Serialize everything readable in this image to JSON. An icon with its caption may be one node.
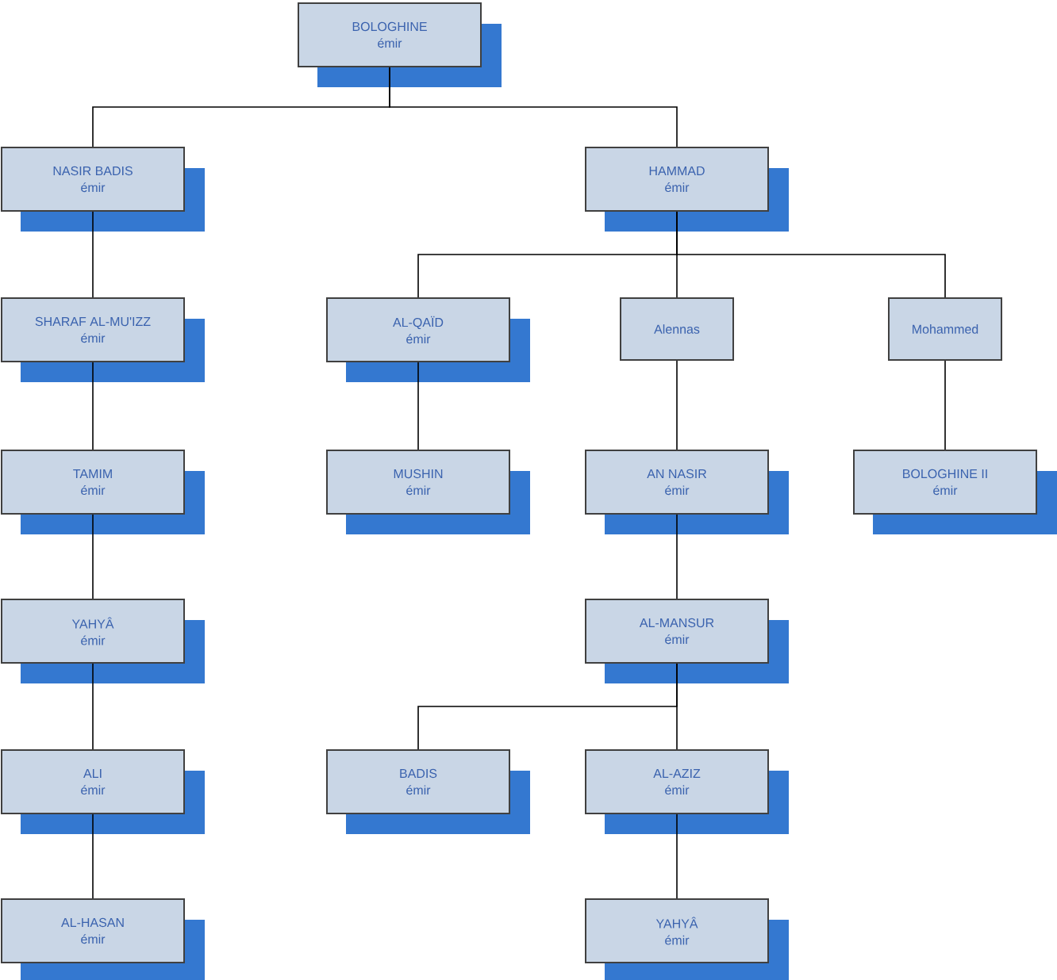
{
  "diagram": {
    "nodes": [
      {
        "text": [
          "BOLOGHINE",
          "émir"
        ]
      },
      {
        "text": [
          "NASIR BADIS",
          "émir"
        ]
      },
      {
        "text": [
          "HAMMAD",
          "émir"
        ]
      },
      {
        "text": [
          "SHARAF AL-MU'IZZ",
          "émir"
        ]
      },
      {
        "text": [
          "AL-QAÏD",
          "émir"
        ]
      },
      {
        "text": [
          "Alennas"
        ]
      },
      {
        "text": [
          "Mohammed"
        ]
      },
      {
        "text": [
          "TAMIM",
          "émir"
        ]
      },
      {
        "text": [
          "MUSHIN",
          "émir"
        ]
      },
      {
        "text": [
          "AN NASIR",
          "émir"
        ]
      },
      {
        "text": [
          "BOLOGHINE II",
          "émir"
        ]
      },
      {
        "text": [
          "YAHYÂ",
          "émir"
        ]
      },
      {
        "text": [
          "AL-MANSUR",
          "émir"
        ]
      },
      {
        "text": [
          "ALI",
          "émir"
        ]
      },
      {
        "text": [
          "BADIS",
          "émir"
        ]
      },
      {
        "text": [
          "AL-AZIZ",
          "émir"
        ]
      },
      {
        "text": [
          "AL-HASAN",
          "émir"
        ]
      },
      {
        "text": [
          "YAHYÂ",
          "émir"
        ]
      }
    ],
    "edges": [
      {
        "from": 0,
        "to": 1,
        "arrow": "none"
      },
      {
        "from": 0,
        "to": 2,
        "arrow": "none"
      },
      {
        "from": 1,
        "to": 3,
        "arrow": "none"
      },
      {
        "from": 2,
        "to": 4,
        "arrow": "none"
      },
      {
        "from": 2,
        "to": 5,
        "arrow": "none"
      },
      {
        "from": 2,
        "to": 6,
        "arrow": "none"
      },
      {
        "from": 3,
        "to": 7,
        "arrow": "none"
      },
      {
        "from": 4,
        "to": 8,
        "arrow": "none"
      },
      {
        "from": 5,
        "to": 9,
        "arrow": "none"
      },
      {
        "from": 6,
        "to": 10,
        "arrow": "none"
      },
      {
        "from": 7,
        "to": 11,
        "arrow": "none"
      },
      {
        "from": 9,
        "to": 12,
        "arrow": "none"
      },
      {
        "from": 11,
        "to": 13,
        "arrow": "none"
      },
      {
        "from": 12,
        "to": 14,
        "arrow": "none"
      },
      {
        "from": 12,
        "to": 15,
        "arrow": "none"
      },
      {
        "from": 13,
        "to": 16,
        "arrow": "none"
      },
      {
        "from": 15,
        "to": 17,
        "arrow": "none"
      }
    ]
  }
}
